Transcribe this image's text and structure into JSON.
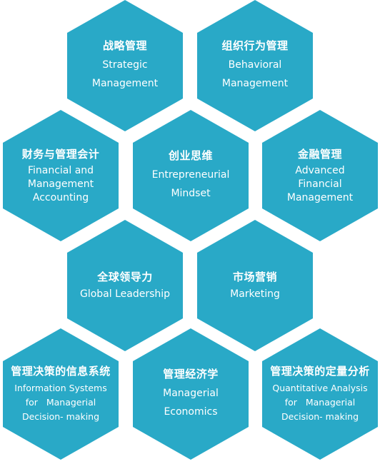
{
  "theme": {
    "hex_color": "#29a9c7",
    "text_color": "#ffffff",
    "background": "#ffffff"
  },
  "cells": [
    {
      "zh": "战略管理",
      "en": [
        "Strategic",
        "Management"
      ]
    },
    {
      "zh": "组织行为管理",
      "en": [
        "Behavioral",
        "Management"
      ]
    },
    {
      "zh": "财务与管理会计",
      "en": [
        "Financial and",
        "Management",
        "Accounting"
      ]
    },
    {
      "zh": "创业思维",
      "en": [
        "Entrepreneurial",
        "Mindset"
      ]
    },
    {
      "zh": "金融管理",
      "en": [
        "Advanced",
        "Financial",
        "Management"
      ]
    },
    {
      "zh": "全球领导力",
      "en": [
        "Global Leadership"
      ]
    },
    {
      "zh": "市场营销",
      "en": [
        "Marketing"
      ]
    },
    {
      "zh": "管理决策的信息系统",
      "en": [
        "Information Systems",
        "for   Managerial",
        "Decision- making"
      ]
    },
    {
      "zh": "管理经济学",
      "en": [
        "Managerial",
        "Economics"
      ]
    },
    {
      "zh": "管理决策的定量分析",
      "en": [
        "Quantitative Analysis",
        "for   Managerial",
        "Decision- making"
      ]
    }
  ]
}
